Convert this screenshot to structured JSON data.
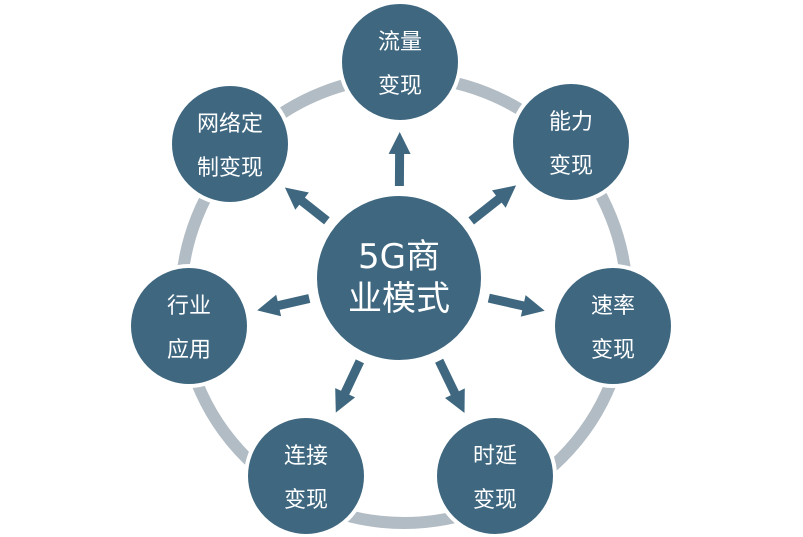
{
  "center": {
    "lines": [
      "5G商",
      "业模式"
    ]
  },
  "nodes": [
    {
      "lines": [
        "流量",
        "变现"
      ]
    },
    {
      "lines": [
        "能力",
        "变现"
      ]
    },
    {
      "lines": [
        "速率",
        "变现"
      ]
    },
    {
      "lines": [
        "时延",
        "变现"
      ]
    },
    {
      "lines": [
        "连接",
        "变现"
      ]
    },
    {
      "lines": [
        "行业",
        "应用"
      ]
    },
    {
      "lines": [
        "网络定",
        "制变现"
      ]
    }
  ],
  "colors": {
    "circle_fill": "#3f6880",
    "circle_stroke": "#ffffff",
    "ring": "#b2bcc4",
    "arrow": "#3f6880",
    "text": "#ffffff"
  }
}
